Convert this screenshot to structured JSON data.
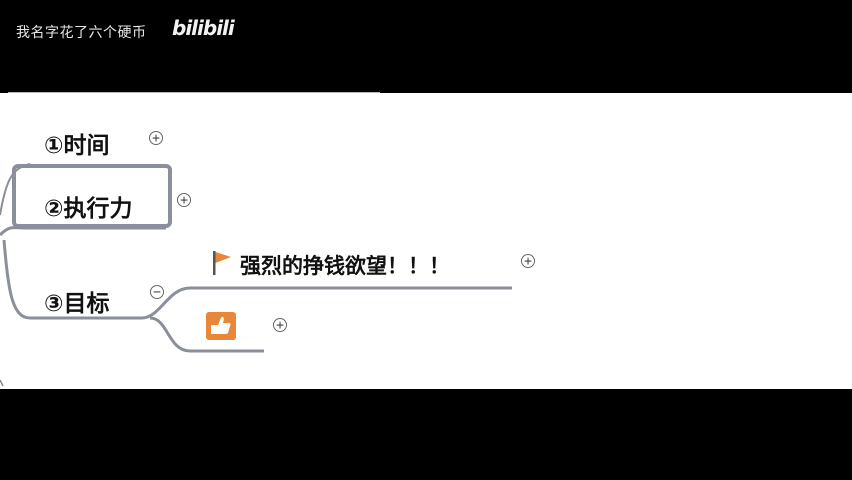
{
  "watermark": {
    "text": "我名字花了六个硬币",
    "logo": "bilibili"
  },
  "mindmap": {
    "topics": [
      {
        "label": "①时间",
        "toggle": "+"
      },
      {
        "label": "②执行力",
        "toggle": "+"
      },
      {
        "label": "③目标",
        "toggle": "−"
      }
    ],
    "goal_children": [
      {
        "label": "强烈的挣钱欲望！！！",
        "icon": "flag-icon",
        "toggle": "+"
      },
      {
        "label": "",
        "icon": "thumbs-up-icon",
        "toggle": "+"
      }
    ]
  },
  "colors": {
    "branch_line": "#8a8f99",
    "flag": "#e8873a",
    "thumb_bg": "#e8873a"
  }
}
